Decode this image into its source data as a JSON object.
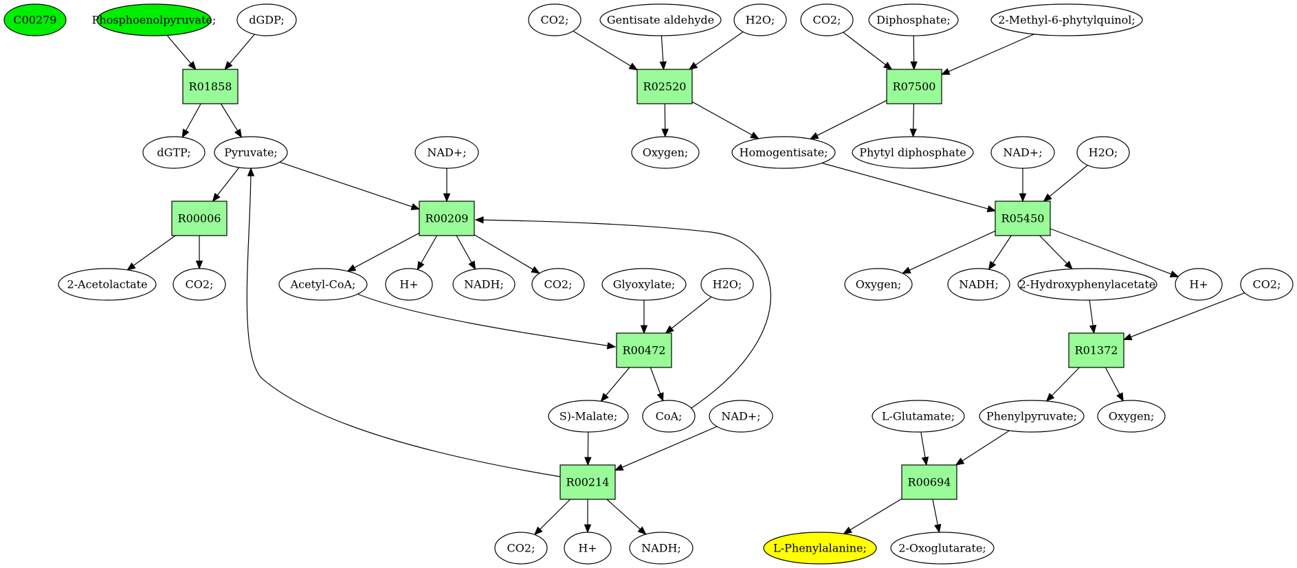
{
  "colors": {
    "reaction_fill": "#98fb98",
    "start_fill": "#00ee00",
    "target_fill": "#ffff00",
    "default_fill": "#ffffff",
    "stroke": "#000000"
  },
  "nodes": [
    {
      "id": "c00279",
      "label": "C00279",
      "kind": "compound",
      "style": "start"
    },
    {
      "id": "pep",
      "label": "Phosphoenolpyruvate;",
      "kind": "compound",
      "style": "start"
    },
    {
      "id": "dgdp",
      "label": "dGDP;",
      "kind": "compound"
    },
    {
      "id": "r01858",
      "label": "R01858",
      "kind": "reaction"
    },
    {
      "id": "dgtp",
      "label": "dGTP;",
      "kind": "compound"
    },
    {
      "id": "pyruvate",
      "label": "Pyruvate;",
      "kind": "compound"
    },
    {
      "id": "r00006",
      "label": "R00006",
      "kind": "reaction"
    },
    {
      "id": "acetolactate",
      "label": "2-Acetolactate",
      "kind": "compound"
    },
    {
      "id": "co2_a",
      "label": "CO2;",
      "kind": "compound"
    },
    {
      "id": "nad_a",
      "label": "NAD+;",
      "kind": "compound"
    },
    {
      "id": "r00209",
      "label": "R00209",
      "kind": "reaction"
    },
    {
      "id": "acetylcoa",
      "label": "Acetyl-CoA;",
      "kind": "compound"
    },
    {
      "id": "hplus_a",
      "label": "H+",
      "kind": "compound"
    },
    {
      "id": "nadh_a",
      "label": "NADH;",
      "kind": "compound"
    },
    {
      "id": "co2_b",
      "label": "CO2;",
      "kind": "compound"
    },
    {
      "id": "glyoxylate",
      "label": "Glyoxylate;",
      "kind": "compound"
    },
    {
      "id": "h2o_a",
      "label": "H2O;",
      "kind": "compound"
    },
    {
      "id": "r00472",
      "label": "R00472",
      "kind": "reaction"
    },
    {
      "id": "smalate",
      "label": "S)-Malate;",
      "kind": "compound"
    },
    {
      "id": "coa",
      "label": "CoA;",
      "kind": "compound"
    },
    {
      "id": "nad_b",
      "label": "NAD+;",
      "kind": "compound"
    },
    {
      "id": "r00214",
      "label": "R00214",
      "kind": "reaction"
    },
    {
      "id": "co2_c",
      "label": "CO2;",
      "kind": "compound"
    },
    {
      "id": "hplus_b",
      "label": "H+",
      "kind": "compound"
    },
    {
      "id": "nadh_b",
      "label": "NADH;",
      "kind": "compound"
    },
    {
      "id": "co2_d",
      "label": "CO2;",
      "kind": "compound"
    },
    {
      "id": "gentisate",
      "label": "Gentisate aldehyde",
      "kind": "compound"
    },
    {
      "id": "h2o_b",
      "label": "H2O;",
      "kind": "compound"
    },
    {
      "id": "r02520",
      "label": "R02520",
      "kind": "reaction"
    },
    {
      "id": "oxygen_a",
      "label": "Oxygen;",
      "kind": "compound"
    },
    {
      "id": "homogentisate",
      "label": "Homogentisate;",
      "kind": "compound"
    },
    {
      "id": "co2_e",
      "label": "CO2;",
      "kind": "compound"
    },
    {
      "id": "diphosphate",
      "label": "Diphosphate;",
      "kind": "compound"
    },
    {
      "id": "methylphytyl",
      "label": "2-Methyl-6-phytylquinol;",
      "kind": "compound"
    },
    {
      "id": "r07500",
      "label": "R07500",
      "kind": "reaction"
    },
    {
      "id": "phytyldp",
      "label": "Phytyl diphosphate",
      "kind": "compound"
    },
    {
      "id": "nad_c",
      "label": "NAD+;",
      "kind": "compound"
    },
    {
      "id": "h2o_c",
      "label": "H2O;",
      "kind": "compound"
    },
    {
      "id": "r05450",
      "label": "R05450",
      "kind": "reaction"
    },
    {
      "id": "oxygen_b",
      "label": "Oxygen;",
      "kind": "compound"
    },
    {
      "id": "nadh_c",
      "label": "NADH;",
      "kind": "compound"
    },
    {
      "id": "hydroxyphenylacetate",
      "label": "2-Hydroxyphenylacetate",
      "kind": "compound"
    },
    {
      "id": "hplus_c",
      "label": "H+",
      "kind": "compound"
    },
    {
      "id": "co2_f",
      "label": "CO2;",
      "kind": "compound"
    },
    {
      "id": "r01372",
      "label": "R01372",
      "kind": "reaction"
    },
    {
      "id": "phenylpyruvate",
      "label": "Phenylpyruvate;",
      "kind": "compound"
    },
    {
      "id": "oxygen_c",
      "label": "Oxygen;",
      "kind": "compound"
    },
    {
      "id": "lglutamate",
      "label": "L-Glutamate;",
      "kind": "compound"
    },
    {
      "id": "r00694",
      "label": "R00694",
      "kind": "reaction"
    },
    {
      "id": "lphe",
      "label": "L-Phenylalanine;",
      "kind": "compound",
      "style": "target"
    },
    {
      "id": "oxoglutarate",
      "label": "2-Oxoglutarate;",
      "kind": "compound"
    }
  ],
  "edges": [
    {
      "from": "pep",
      "to": "r01858"
    },
    {
      "from": "dgdp",
      "to": "r01858"
    },
    {
      "from": "r01858",
      "to": "dgtp"
    },
    {
      "from": "r01858",
      "to": "pyruvate"
    },
    {
      "from": "pyruvate",
      "to": "r00006"
    },
    {
      "from": "pyruvate",
      "to": "r00209"
    },
    {
      "from": "r00006",
      "to": "acetolactate"
    },
    {
      "from": "r00006",
      "to": "co2_a"
    },
    {
      "from": "nad_a",
      "to": "r00209"
    },
    {
      "from": "coa",
      "to": "r00209"
    },
    {
      "from": "r00209",
      "to": "acetylcoa"
    },
    {
      "from": "r00209",
      "to": "hplus_a"
    },
    {
      "from": "r00209",
      "to": "nadh_a"
    },
    {
      "from": "r00209",
      "to": "co2_b"
    },
    {
      "from": "acetylcoa",
      "to": "r00472"
    },
    {
      "from": "glyoxylate",
      "to": "r00472"
    },
    {
      "from": "h2o_a",
      "to": "r00472"
    },
    {
      "from": "r00472",
      "to": "smalate"
    },
    {
      "from": "r00472",
      "to": "coa"
    },
    {
      "from": "smalate",
      "to": "r00214"
    },
    {
      "from": "nad_b",
      "to": "r00214"
    },
    {
      "from": "r00214",
      "to": "pyruvate"
    },
    {
      "from": "r00214",
      "to": "co2_c"
    },
    {
      "from": "r00214",
      "to": "hplus_b"
    },
    {
      "from": "r00214",
      "to": "nadh_b"
    },
    {
      "from": "co2_d",
      "to": "r02520"
    },
    {
      "from": "gentisate",
      "to": "r02520"
    },
    {
      "from": "h2o_b",
      "to": "r02520"
    },
    {
      "from": "r02520",
      "to": "oxygen_a"
    },
    {
      "from": "r02520",
      "to": "homogentisate"
    },
    {
      "from": "co2_e",
      "to": "r07500"
    },
    {
      "from": "diphosphate",
      "to": "r07500"
    },
    {
      "from": "methylphytyl",
      "to": "r07500"
    },
    {
      "from": "r07500",
      "to": "homogentisate"
    },
    {
      "from": "r07500",
      "to": "phytyldp"
    },
    {
      "from": "homogentisate",
      "to": "r05450"
    },
    {
      "from": "nad_c",
      "to": "r05450"
    },
    {
      "from": "h2o_c",
      "to": "r05450"
    },
    {
      "from": "r05450",
      "to": "oxygen_b"
    },
    {
      "from": "r05450",
      "to": "nadh_c"
    },
    {
      "from": "r05450",
      "to": "hydroxyphenylacetate"
    },
    {
      "from": "r05450",
      "to": "hplus_c"
    },
    {
      "from": "hydroxyphenylacetate",
      "to": "r01372"
    },
    {
      "from": "co2_f",
      "to": "r01372"
    },
    {
      "from": "r01372",
      "to": "phenylpyruvate"
    },
    {
      "from": "r01372",
      "to": "oxygen_c"
    },
    {
      "from": "lglutamate",
      "to": "r00694"
    },
    {
      "from": "phenylpyruvate",
      "to": "r00694"
    },
    {
      "from": "r00694",
      "to": "lphe"
    },
    {
      "from": "r00694",
      "to": "oxoglutarate"
    }
  ]
}
